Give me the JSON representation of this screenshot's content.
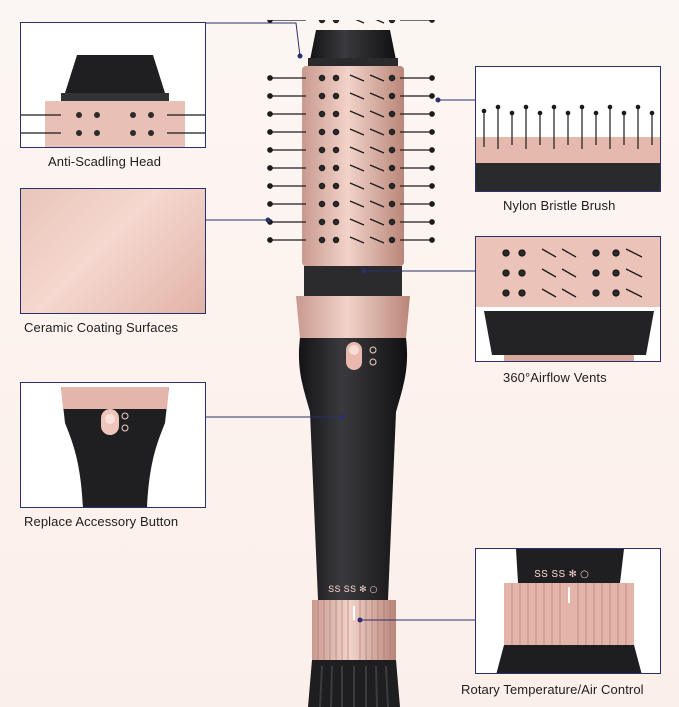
{
  "callouts": {
    "head": "Anti-Scadling Head",
    "ceramic": "Ceramic Coating Surfaces",
    "button": "Replace Accessory Button",
    "bristle": "Nylon Bristle Brush",
    "vents": "360°Airflow Vents",
    "rotary": "Rotary Temperature/Air Control"
  },
  "colors": {
    "rose_gold": "#e6b8ad",
    "body_black": "#1f1f21",
    "panel_border": "#2a2f6e"
  }
}
